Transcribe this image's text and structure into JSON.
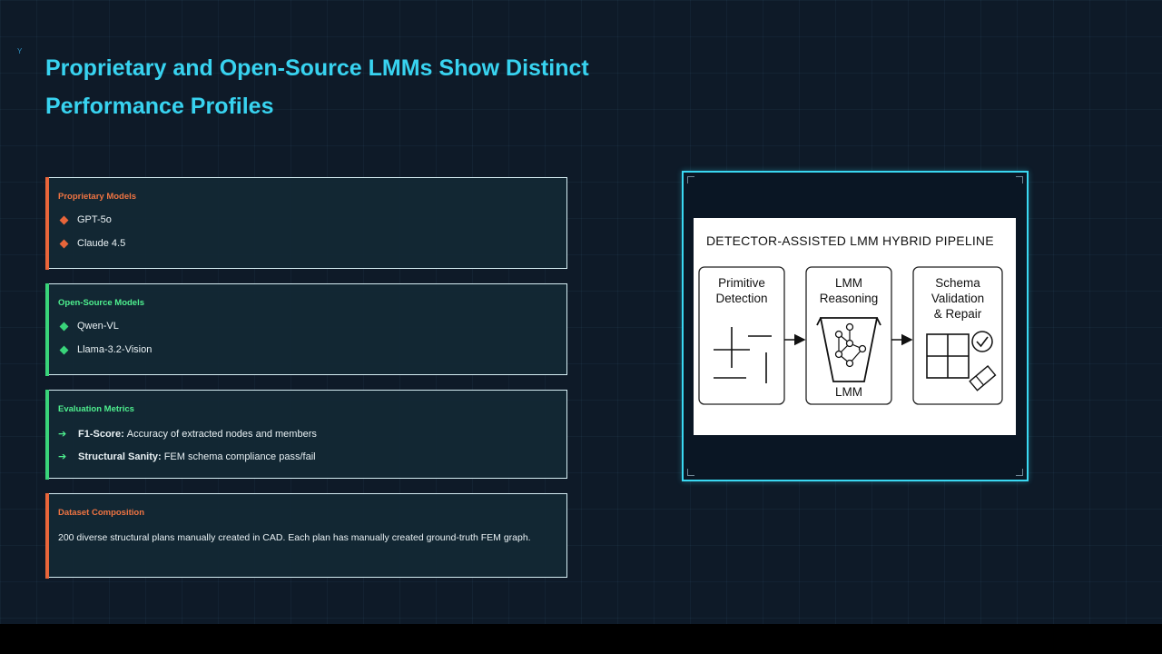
{
  "corner_mark": "Y",
  "title": "Proprietary and Open-Source LMMs Show Distinct Performance Profiles",
  "cards": {
    "proprietary": {
      "title": "Proprietary Models",
      "items": [
        "GPT-5o",
        "Claude 4.5"
      ],
      "accent": "#e8653a"
    },
    "open_source": {
      "title": "Open-Source Models",
      "items": [
        "Qwen-VL",
        "Llama-3.2-Vision"
      ],
      "accent": "#39d47a"
    },
    "metrics": {
      "title": "Evaluation Metrics",
      "items": [
        {
          "label": "F1-Score:",
          "text": "Accuracy of extracted nodes and members"
        },
        {
          "label": "Structural Sanity:",
          "text": "FEM schema compliance pass/fail"
        }
      ],
      "accent": "#39d47a"
    },
    "dataset": {
      "title": "Dataset Composition",
      "text": "200 diverse structural plans manually created in CAD. Each plan has manually created ground-truth FEM graph.",
      "accent": "#e8653a"
    }
  },
  "figure": {
    "heading": "DETECTOR-ASSISTED LMM HYBRID PIPELINE",
    "stages": {
      "detection": {
        "line1": "Primitive",
        "line2": "Detection"
      },
      "reasoning": {
        "line1": "LMM",
        "line2": "Reasoning",
        "footer": "LMM"
      },
      "validation": {
        "line1": "Schema",
        "line2": "Validation",
        "line3": "& Repair"
      }
    }
  },
  "colors": {
    "title": "#38d3f0",
    "frame": "#3ad8f2",
    "background": "#0e1a28"
  }
}
